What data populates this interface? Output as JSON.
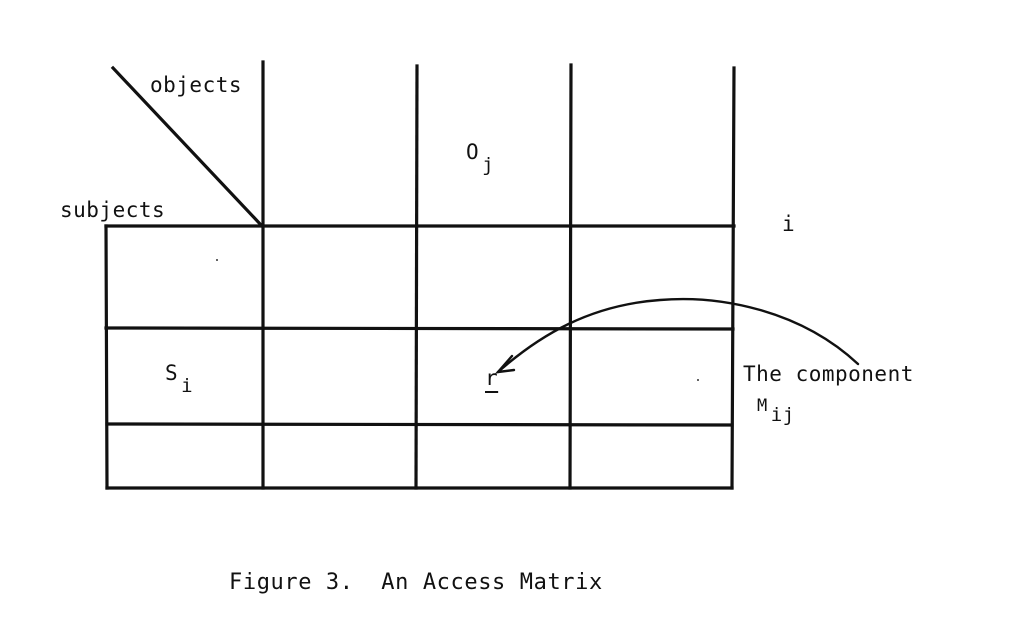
{
  "figure": {
    "caption": "Figure 3.  An Access Matrix",
    "colors": {
      "background": "#ffffff",
      "ink": "#111111"
    }
  },
  "labels": {
    "objects": "objects",
    "subjects": "subjects",
    "object_symbol": "O",
    "object_subscript": "j",
    "column_index": "i",
    "subject_symbol": "S",
    "subject_subscript": "i",
    "entry": "r",
    "annotation_line1": "The component",
    "annotation_symbol": "M",
    "annotation_subscript": "ij"
  },
  "matrix": {
    "columns": 4,
    "rows": 3,
    "column_x": [
      106,
      262,
      416,
      570,
      733
    ],
    "row_y": [
      226,
      328,
      424,
      488
    ],
    "vertical_top_y": [
      62,
      64,
      68,
      66
    ],
    "highlighted_row": 2,
    "highlighted_column": 3,
    "entry_value": "r"
  },
  "arrow": {
    "from": "The component M_ij",
    "to": "r",
    "shape": "curved"
  }
}
